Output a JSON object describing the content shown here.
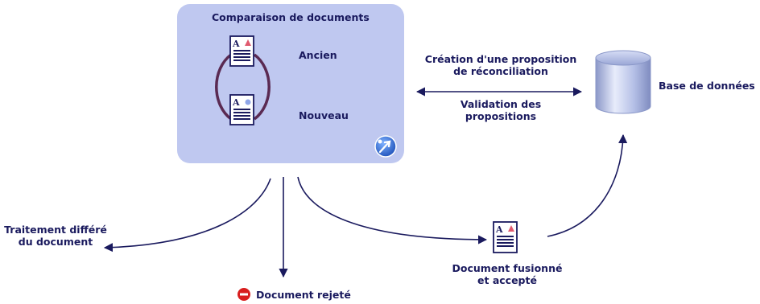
{
  "comparison": {
    "title": "Comparaison de documents",
    "old_label": "Ancien",
    "new_label": "Nouveau"
  },
  "exchange": {
    "creation_line1": "Création d'une proposition",
    "creation_line2": "de réconciliation",
    "validation_line1": "Validation des",
    "validation_line2": "propositions"
  },
  "database": {
    "label": "Base de données"
  },
  "outcomes": {
    "deferred_line1": "Traitement différé",
    "deferred_line2": "du document",
    "rejected": "Document rejeté",
    "merged_line1": "Document fusionné",
    "merged_line2": "et accepté"
  },
  "colors": {
    "panel_fill": "#bfc8f0",
    "text": "#1a1a5e",
    "arrow": "#1a1a5e",
    "loop": "#5a2a52",
    "reject": "#d81e1e"
  }
}
